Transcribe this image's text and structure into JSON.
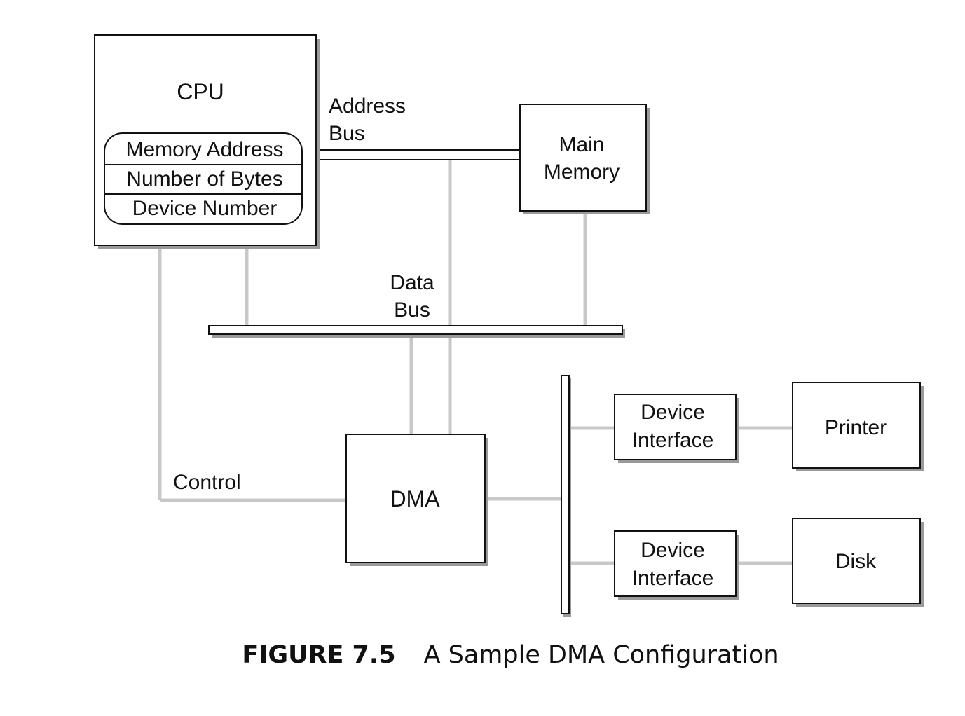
{
  "cpu": {
    "title": "CPU",
    "registers": [
      "Memory Address",
      "Number of Bytes",
      "Device Number"
    ]
  },
  "main_memory": {
    "line1": "Main",
    "line2": "Memory"
  },
  "address_bus": {
    "line1": "Address",
    "line2": "Bus"
  },
  "data_bus": {
    "line1": "Data",
    "line2": "Bus"
  },
  "control": {
    "label": "Control"
  },
  "dma": {
    "label": "DMA"
  },
  "device_interfaces": [
    {
      "line1": "Device",
      "line2": "Interface"
    },
    {
      "line1": "Device",
      "line2": "Interface"
    }
  ],
  "devices": {
    "printer": "Printer",
    "disk": "Disk"
  },
  "caption": {
    "number": "FIGURE 7.5",
    "title": "A Sample DMA Configuration"
  },
  "colors": {
    "ink": "#111111",
    "connector": "#c8c8c8",
    "shadow": "#9a9a9a"
  }
}
